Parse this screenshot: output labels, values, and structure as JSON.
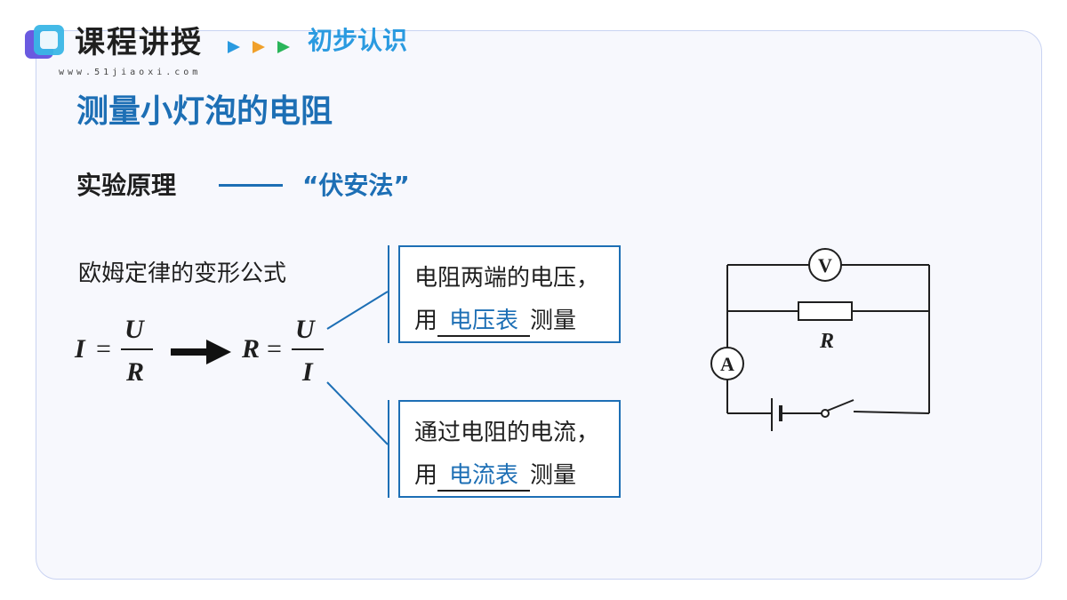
{
  "brand": {
    "title": "课程讲授",
    "url": "www.51jiaoxi.com",
    "section_tag": "初步认识",
    "arrow_colors": [
      "#2a9ae0",
      "#f0a02a",
      "#2ab55a"
    ]
  },
  "page": {
    "title": "测量小灯泡的电阻",
    "sub_heading": "实验原理",
    "method": "“伏安法”"
  },
  "formula": {
    "label": "欧姆定律的变形公式",
    "left": {
      "lhs": "I",
      "eq": "=",
      "num": "U",
      "den": "R"
    },
    "right": {
      "lhs": "R",
      "eq": "=",
      "num": "U",
      "den": "I"
    }
  },
  "box_voltage": {
    "line1": "电阻两端的电压，",
    "prefix": "用",
    "blank": "电压表",
    "suffix": "测量"
  },
  "box_current": {
    "line1": "通过电阻的电流，",
    "prefix": "用",
    "blank": "电流表",
    "suffix": "测量"
  },
  "circuit": {
    "voltmeter": "V",
    "ammeter": "A",
    "resistor": "R"
  },
  "colors": {
    "accent": "#1d6fb5",
    "tag": "#2a9ae0",
    "text": "#1f1f1f",
    "card_bg": "#f7f8fd"
  }
}
